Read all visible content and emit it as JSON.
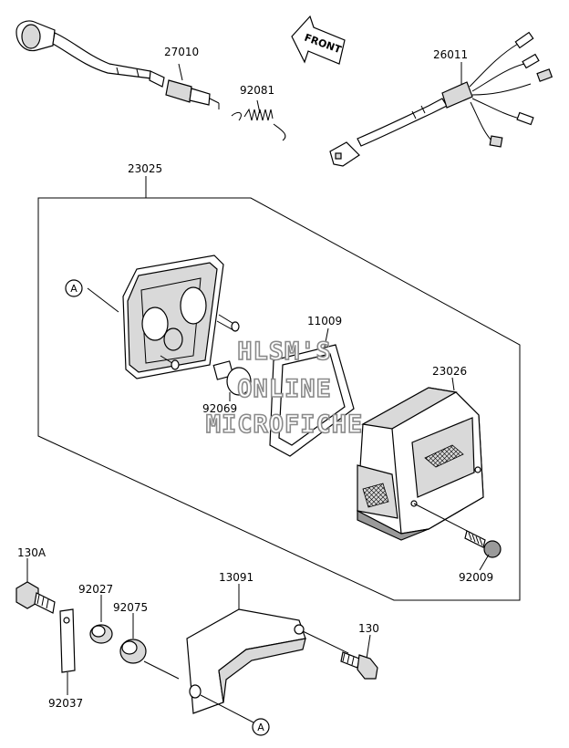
{
  "parts": {
    "p27010": "27010",
    "p92081": "92081",
    "p26011": "26011",
    "p23025": "23025",
    "p11009": "11009",
    "p23026": "23026",
    "p92069": "92069",
    "p92009": "92009",
    "p130A": "130A",
    "p92027": "92027",
    "p92075": "92075",
    "p13091": "13091",
    "p130": "130",
    "p92037": "92037"
  },
  "callouts": {
    "a_top": "A",
    "a_bottom": "A"
  },
  "front_arrow": "FRONT",
  "watermark": {
    "line1": "HLSM'S",
    "line2": "ONLINE",
    "line3": "MICROFICHE"
  }
}
